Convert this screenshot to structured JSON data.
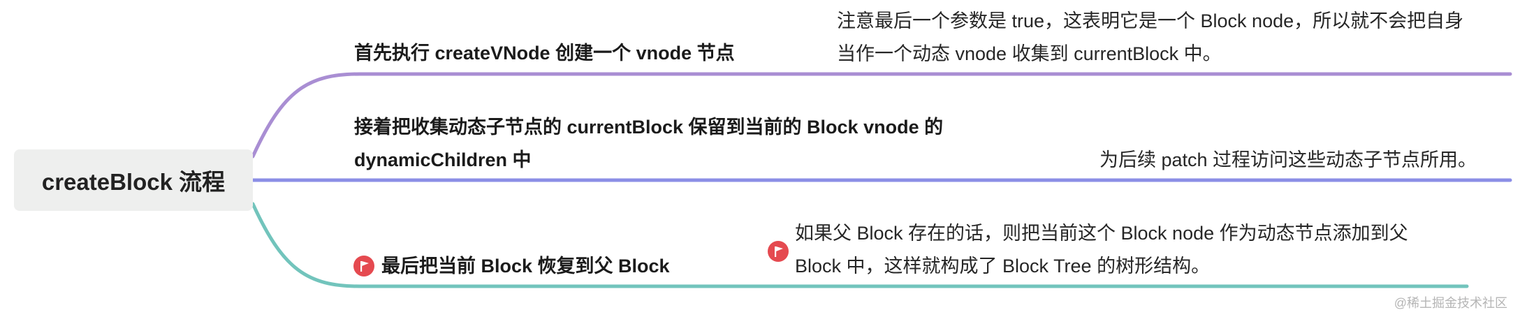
{
  "root": {
    "label": "createBlock 流程"
  },
  "branches": [
    {
      "label_lines": [
        "首先执行 createVNode 创建一个 vnode 节点"
      ],
      "note_lines": [
        "注意最后一个参数是 true，这表明它是一个 Block node，所以就不会把自身",
        "当作一个动态 vnode 收集到 currentBlock 中。"
      ],
      "color": "#a98ed3"
    },
    {
      "label_lines": [
        "接着把收集动态子节点的 currentBlock 保留到当前的 Block vnode 的",
        "dynamicChildren 中"
      ],
      "note_lines": [
        "为后续 patch 过程访问这些动态子节点所用。"
      ],
      "color": "#8b8ee6"
    },
    {
      "label_lines": [
        "最后把当前 Block 恢复到父 Block"
      ],
      "note_lines": [
        "如果父 Block 存在的话，则把当前这个 Block node 作为动态节点添加到父",
        "Block 中，这样就构成了 Block Tree 的树形结构。"
      ],
      "color": "#72c4bc"
    }
  ],
  "icons": {
    "flag": "flag-icon",
    "flag_color": "#e54a50"
  },
  "watermark": "@稀土掘金技术社区"
}
